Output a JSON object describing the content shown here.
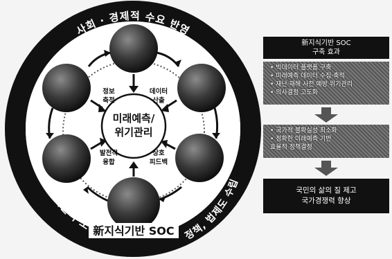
{
  "ring": {
    "top_text": "사회 · 경제적 수요 반영",
    "left_text": "첨단기술의 도입",
    "right_text": "정책, 법제도 수립"
  },
  "center_label_lines": [
    "미래예측/",
    "위기관리"
  ],
  "arrow_labels": {
    "upper_left": [
      "정보",
      "축적"
    ],
    "upper_right": [
      "데이터",
      "산출"
    ],
    "lower_left": [
      "발전적",
      "융합"
    ],
    "lower_right": [
      "상호",
      "피드백"
    ]
  },
  "bottom_label": "新지식기반 SOC",
  "panel": {
    "header_lines": [
      "新지식기반 SOC",
      "구축 효과"
    ],
    "box1_lines": [
      "• 빅데이터 플랫폼 구축",
      "• 미래예측 데이터 수집·축적",
      "• 재난·재해 사전 예방 위기관리",
      "• 의사결정 고도화"
    ],
    "box2_lines": [
      "• 국가적 불확실성 최소화",
      "• 정확한 미래예측 기반",
      "  효율적 정책결정"
    ],
    "box3_lines": [
      "국민의 삶의 질 제고",
      "국가경쟁력 향상"
    ]
  },
  "colors": {
    "ring": "#111111",
    "sphere_dark": "#1a1a1a",
    "sphere_light": "#8a8a8a",
    "panel_dark": "#111111"
  }
}
